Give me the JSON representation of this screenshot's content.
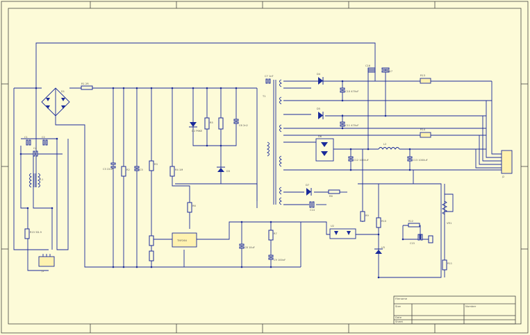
{
  "colors": {
    "background": "#fdfbd8",
    "border": "#444444",
    "wire": "#1a2a9a",
    "component_fill": "#fff2b0",
    "diode_fill": "#1a2a9a"
  },
  "labels": {
    "bridge": "D1",
    "fuse_res": "R1 2R",
    "cap_main": "C3 22uF",
    "cap_main2": "C5",
    "r_bleed": "R2",
    "r_start": "R3",
    "r_start2": "R4 1M",
    "zener_snub": "D2 P6KE",
    "r_snub": "R5",
    "cap_snub": "C6 2n2",
    "diode_snub": "D3",
    "transformer": "T1",
    "cap_y": "C7 1nF",
    "r_fb": "R6",
    "ic": "TNY264",
    "r_ic": "R7",
    "cap_ic": "C8 10uF",
    "cap_ic2": "C9 100nF",
    "d_out1": "D4",
    "cap_out1": "C10 470uF",
    "d_out2": "D5",
    "cap_out2": "C11 470uF",
    "bridge_out": "D6",
    "cap_out3": "C12 1000uF",
    "inductor": "L2",
    "cap_out4": "C13 1000uF",
    "d_aux": "D7",
    "r_aux": "R8",
    "cap_aux": "C14",
    "opto": "U2",
    "r_opto": "R9",
    "r_div1": "R10",
    "r_div2": "R11",
    "tl431": "U3",
    "r_comp": "R12",
    "cap_comp": "C15",
    "pot": "VR1",
    "r_out1": "R13",
    "r_out2": "R14",
    "cap_x1": "C1",
    "cap_x2": "C2",
    "cap_x3": "C4",
    "choke": "L1",
    "ntc": "R15 5D-9",
    "ac_in": "J1",
    "out_conn": "J2",
    "cap_top": "C16",
    "cap_top2": "C17"
  },
  "title_block": {
    "title": "Filename",
    "size": "Size",
    "number": "Number",
    "date": "Date",
    "sheet": "Sheet"
  }
}
